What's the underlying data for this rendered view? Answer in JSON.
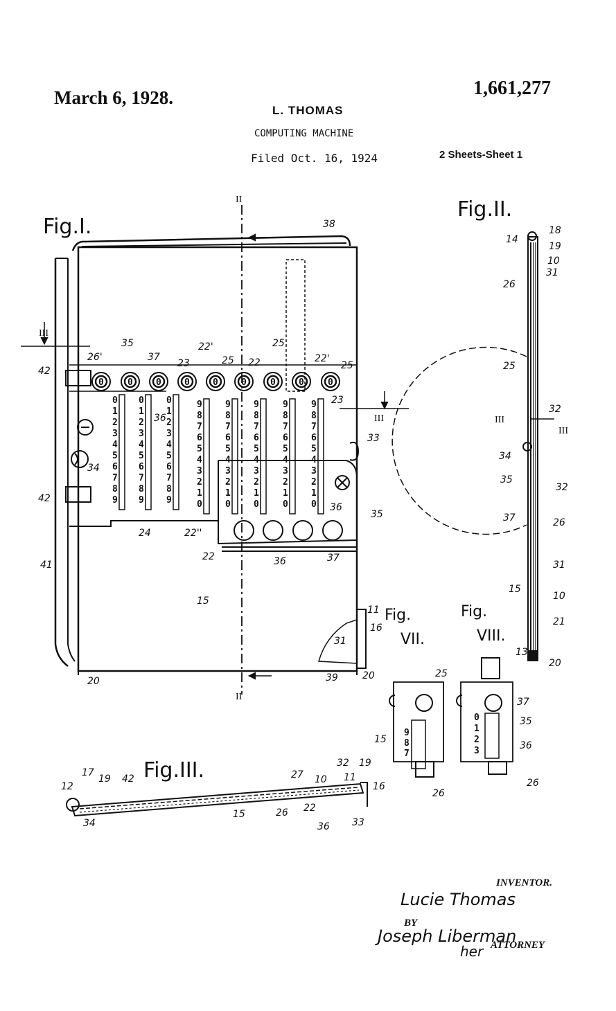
{
  "header": {
    "date": "March 6, 1928.",
    "patent_number": "1,661,277",
    "inventor_name": "L. THOMAS",
    "title": "COMPUTING MACHINE",
    "filed": "Filed Oct. 16, 1924",
    "sheets": "2 Sheets-Sheet 1"
  },
  "figures": {
    "fig1": {
      "label": "Fig.I.",
      "section_marks": [
        "II",
        "II",
        "III",
        "III"
      ],
      "reference_numerals": [
        "38",
        "26'",
        "35",
        "37",
        "22'",
        "25",
        "22",
        "25",
        "22'",
        "25",
        "23",
        "36",
        "23",
        "42",
        "34",
        "42",
        "41",
        "33",
        "35",
        "36",
        "24",
        "22''",
        "22",
        "36",
        "37",
        "15",
        "11",
        "16",
        "31",
        "39",
        "20",
        "20"
      ],
      "dial_digits": [
        "0",
        "0",
        "0",
        "0",
        "0",
        "0",
        "0",
        "0",
        "0"
      ],
      "slot_digits_left": [
        "0",
        "1",
        "2",
        "3",
        "4",
        "5",
        "6",
        "7",
        "8",
        "9"
      ],
      "slot_digits_right": [
        "9",
        "8",
        "7",
        "6",
        "5",
        "4",
        "3",
        "2",
        "1",
        "0"
      ]
    },
    "fig2": {
      "label": "Fig.II.",
      "section_marks": [
        "III",
        "III"
      ],
      "reference_numerals": [
        "14",
        "18",
        "19",
        "10",
        "31",
        "26",
        "25",
        "32",
        "34",
        "35",
        "32",
        "37",
        "26",
        "31",
        "15",
        "10",
        "21",
        "13",
        "20"
      ]
    },
    "fig3": {
      "label": "Fig.III.",
      "reference_numerals": [
        "12",
        "17",
        "19",
        "42",
        "27",
        "10",
        "32",
        "11",
        "19",
        "16",
        "34",
        "15",
        "26",
        "22",
        "36",
        "33"
      ]
    },
    "fig7": {
      "label": "Fig.",
      "numeral": "VII.",
      "reference_numerals": [
        "25",
        "15",
        "26"
      ],
      "digits": [
        "9",
        "8",
        "7"
      ]
    },
    "fig8": {
      "label": "Fig.",
      "numeral": "VIII.",
      "reference_numerals": [
        "37",
        "35",
        "36",
        "26"
      ],
      "digits": [
        "0",
        "1",
        "2",
        "3"
      ]
    }
  },
  "signature": {
    "inventor_label": "INVENTOR.",
    "inventor_signature": "Lucie Thomas",
    "by_label": "BY",
    "attorney_signature": "Joseph Liberman",
    "her": "her",
    "attorney_label": "ATTORNEY"
  }
}
